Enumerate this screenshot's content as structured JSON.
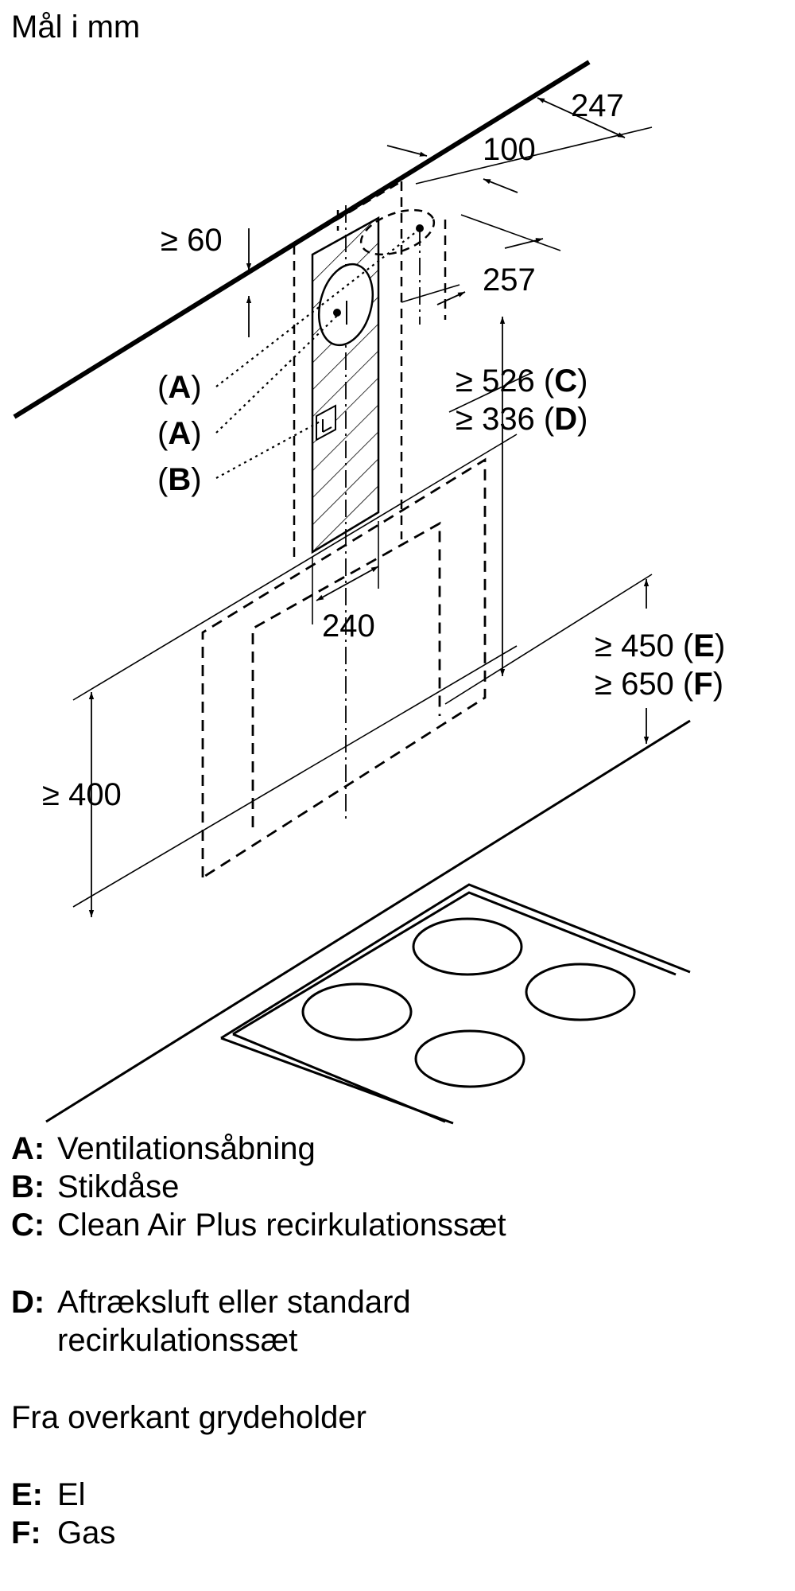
{
  "unit_label": "Mål i mm",
  "dimensions": {
    "d247": "247",
    "d100": "100",
    "d60": "≥ 60",
    "d257": "257",
    "d526": "≥ 526",
    "d336": "≥ 336",
    "d240": "240",
    "d450": "≥ 450",
    "d650": "≥ 650",
    "d400": "≥ 400"
  },
  "markers": {
    "A": "A",
    "B": "B",
    "C": "C",
    "D": "D",
    "E": "E",
    "F": "F"
  },
  "legend": {
    "A": {
      "key": "A:",
      "text": "Ventilationsåbning"
    },
    "B": {
      "key": "B:",
      "text": "Stikdåse"
    },
    "C": {
      "key": "C:",
      "text": "Clean Air Plus recirkulationssæt"
    },
    "D": {
      "key": "D:",
      "text1": "Aftræksluft eller standard",
      "text2": "recirkulationssæt"
    },
    "note": "Fra overkant grydeholder",
    "E": {
      "key": "E:",
      "text": "El"
    },
    "F": {
      "key": "F:",
      "text": "Gas"
    }
  }
}
